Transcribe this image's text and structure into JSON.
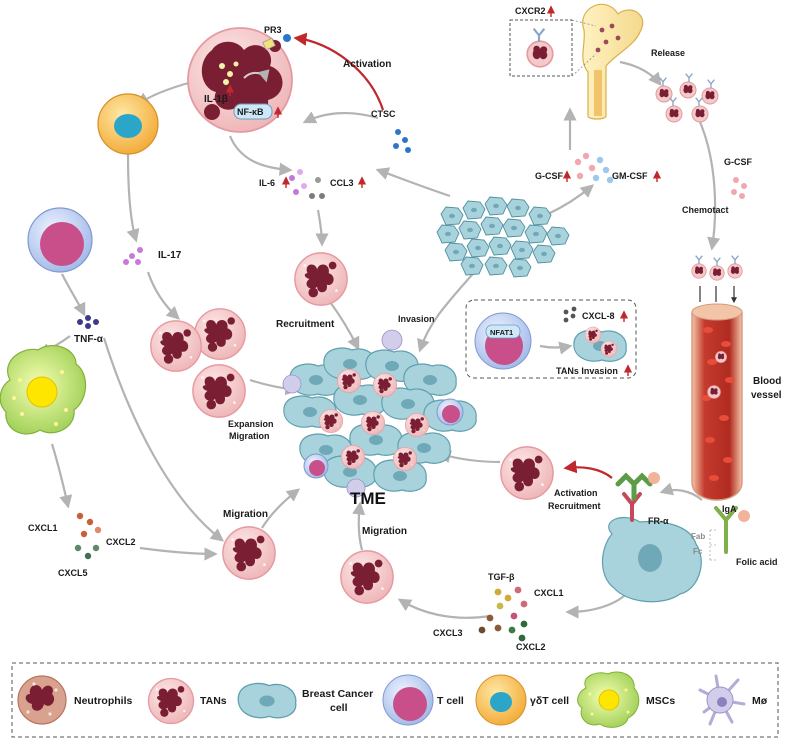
{
  "colors": {
    "neutrophil_body": "#f3c9c9",
    "neutrophil_nucleus": "#7a1f33",
    "cancer_cell": "#a9d3dc",
    "cancer_cell_edge": "#5f9fae",
    "tcell": "#c94f8a",
    "gdt_cell": "#f7c447",
    "msc": "#c8e68a",
    "macrophage": "#c9c3e0",
    "arrow_grey": "#b3b3b3",
    "arrow_red": "#c0282d",
    "up_arrow": "#c0282d"
  },
  "labels": {
    "pr3": "PR3",
    "il1b": "IL-1β",
    "nfkb": "NF-κB",
    "activation_top": "Activation",
    "ctsc": "CTSC",
    "il6": "IL-6",
    "ccl3": "CCL3",
    "il17": "IL-17",
    "recruitment": "Recruitment",
    "tnfa": "TNF-α",
    "invasion": "Invasion",
    "nfat1": "NFAT1",
    "cxcl8": "CXCL-8",
    "tans_invasion": "TANs Invasion",
    "gcsf_left": "G-CSF",
    "gmcsf": "GM-CSF",
    "cxcr2": "CXCR2",
    "release": "Release",
    "gcsf_right": "G-CSF",
    "chemotact": "Chemotact",
    "blood_vessel_1": "Blood",
    "blood_vessel_2": "vessel",
    "expansion": "Expansion",
    "migration_exp": "Migration",
    "tme": "TME",
    "migration_left": "Migration",
    "migration_mid": "Migration",
    "cxcl1_left": "CXCL1",
    "cxcl2_left": "CXCL2",
    "cxcl5": "CXCL5",
    "activation_recruit_1": "Activation",
    "activation_recruit_2": "Recruitment",
    "fr_alpha": "FR-α",
    "iga": "IgA",
    "fab": "Fab",
    "fc": "Fc",
    "folic_acid": "Folic acid",
    "tgfb": "TGF-β",
    "cxcl1_right": "CXCL1",
    "cxcl3": "CXCL3",
    "cxcl2_right": "CXCL2"
  },
  "legend": {
    "items": [
      {
        "label": "Neutrophils",
        "icon": "neutrophil-icon"
      },
      {
        "label": "TANs",
        "icon": "tan-icon"
      },
      {
        "label_line1": "Breast Cancer",
        "label_line2": "cell",
        "icon": "breast-cancer-cell-icon"
      },
      {
        "label": "T cell",
        "icon": "t-cell-icon"
      },
      {
        "label": "γδT cell",
        "icon": "gamma-delta-t-cell-icon"
      },
      {
        "label": "MSCs",
        "icon": "msc-icon"
      },
      {
        "label": "Mø",
        "icon": "macrophage-icon"
      }
    ]
  }
}
